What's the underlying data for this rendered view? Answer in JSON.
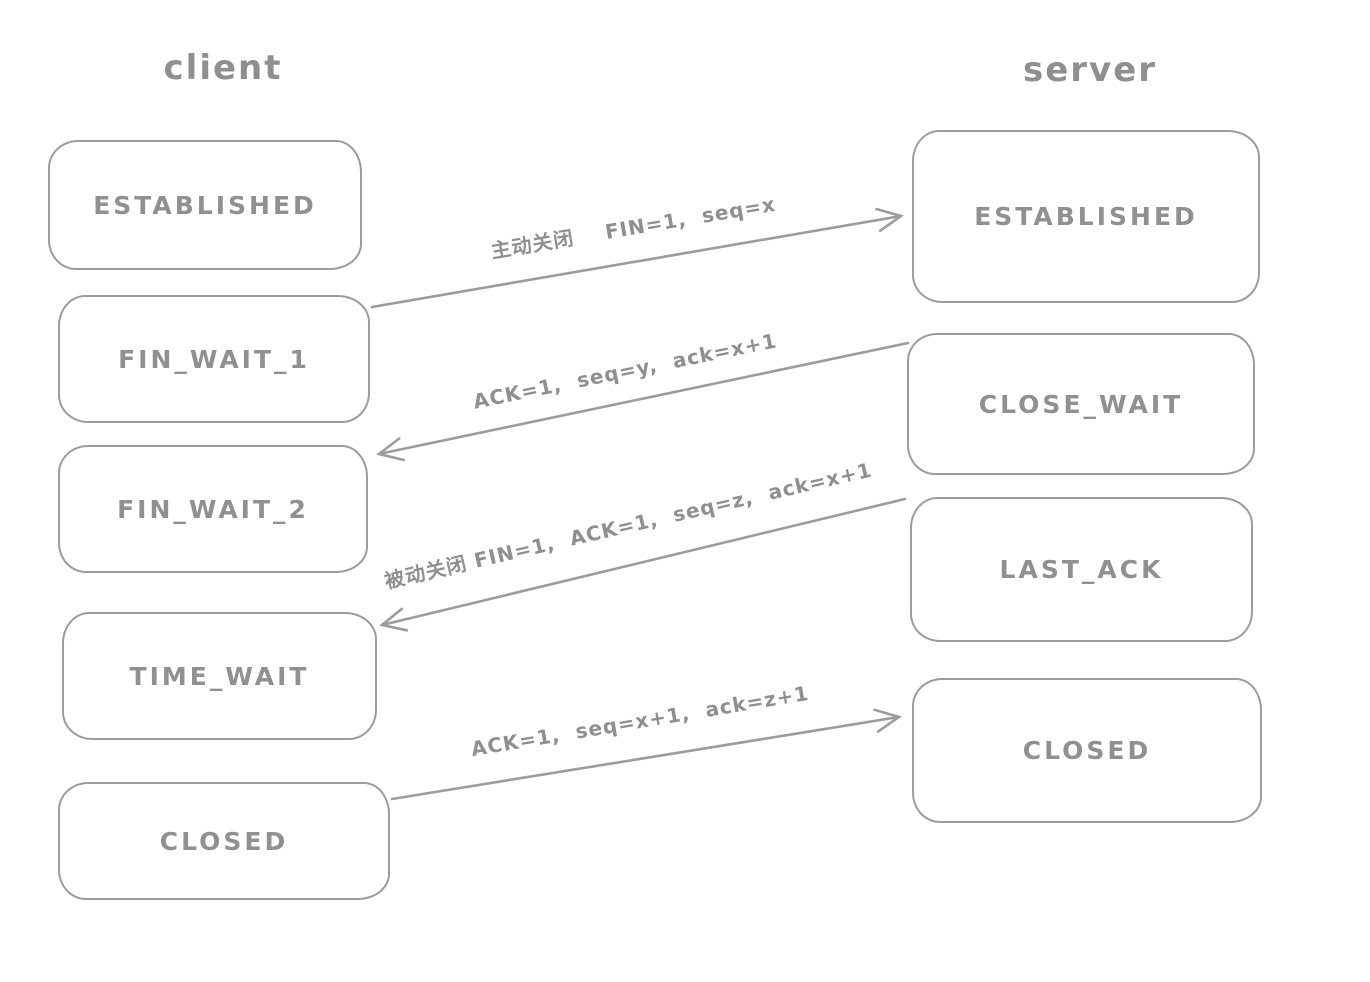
{
  "diagram": {
    "client": {
      "title": "client",
      "states": [
        "ESTABLISHED",
        "FIN_WAIT_1",
        "FIN_WAIT_2",
        "TIME_WAIT",
        "CLOSED"
      ]
    },
    "server": {
      "title": "server",
      "states": [
        "ESTABLISHED",
        "CLOSE_WAIT",
        "LAST_ACK",
        "CLOSED"
      ]
    },
    "messages": [
      {
        "label": "主动关闭    FIN=1,  seq=x",
        "from": "client FIN_WAIT_1",
        "to": "server ESTABLISHED",
        "direction": "client-to-server"
      },
      {
        "label": "ACK=1,  seq=y,  ack=x+1",
        "from": "server CLOSE_WAIT",
        "to": "client FIN_WAIT_2",
        "direction": "server-to-client"
      },
      {
        "label": "被动关闭 FIN=1,  ACK=1,  seq=z,  ack=x+1",
        "from": "server LAST_ACK",
        "to": "client TIME_WAIT",
        "direction": "server-to-client"
      },
      {
        "label": "ACK=1,  seq=x+1,  ack=z+1",
        "from": "client CLOSED",
        "to": "server CLOSED",
        "direction": "client-to-server"
      }
    ],
    "colors": {
      "stroke": "#9c9c9c",
      "text": "#8f8f8f",
      "background": "#ffffff"
    }
  }
}
